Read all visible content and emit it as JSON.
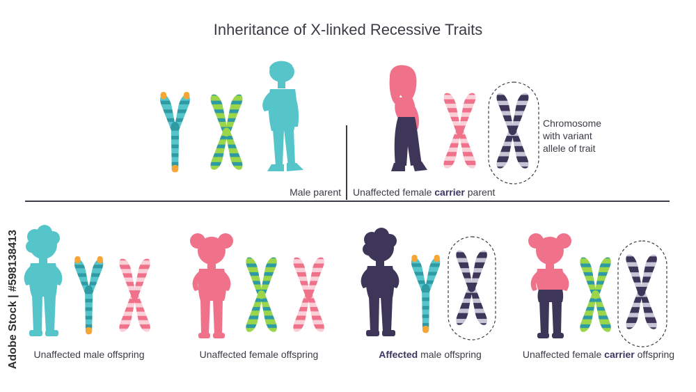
{
  "title": "Inheritance of X-linked Recessive Traits",
  "legend": {
    "line1": "Chromosome",
    "line2": "with variant",
    "line3": "allele of trait"
  },
  "parents": {
    "male": "Male parent",
    "female_pre": "Unaffected female ",
    "female_bold": "carrier",
    "female_post": " parent"
  },
  "offspring": {
    "unaffected_male": "Unaffected male offspring",
    "unaffected_female": "Unaffected female offspring",
    "affected_bold": "Affected",
    "affected_post": " male offspring",
    "carrier_pre": "Unaffected female ",
    "carrier_bold": "carrier",
    "carrier_post": " offspring"
  },
  "watermark": "Adobe Stock | #598138413",
  "colors": {
    "teal": "#56c5c9",
    "teal_band": "#2e9aa3",
    "green": "#9bd64a",
    "orange": "#f7a535",
    "pink": "#f0728a",
    "pink_light": "#f9d0d8",
    "purple": "#3d3658",
    "purple_band": "#c7c4d6",
    "text": "#3b3b46"
  }
}
